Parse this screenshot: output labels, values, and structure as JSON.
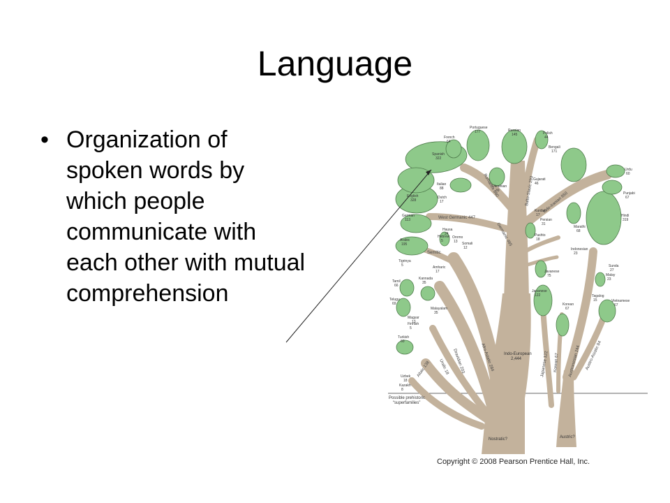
{
  "slide": {
    "title": "Language",
    "bullet_marker": "•",
    "bullet_text": "Organization of spoken words by which people communicate with each other with mutual comprehension"
  },
  "figure": {
    "copyright": "Copyright © 2008 Pearson Prentice Hall, Inc.",
    "trunk_labels": {
      "indo_european": "Indo-European",
      "indo_european_count": "2,444",
      "nostratic": "Nostratic?",
      "austric": "Austric?",
      "prehistoric_1": "Possible prehistoric",
      "prehistoric_2": "“superfamilies”"
    },
    "branch_labels": {
      "afro_asiatic": "Afro-Asiatic 284",
      "dravidian": "Dravidian 203",
      "uralic": "Uralic 18",
      "altaic": "Altaic 138",
      "japanese": "Japanese 122",
      "korean": "Korean 67",
      "austronesian": "Austronesian 244",
      "austro_asiatic": "Austro-Asiatic 84",
      "west_germanic": "West Germanic 447",
      "romance": "Romance 660",
      "balto_slavic": "Balto-Slavic 293",
      "indo_iranian": "Indo-Iranian 950",
      "germanic": "Germanic 465",
      "semitic": "Semitic"
    },
    "leaves": [
      {
        "name": "Portuguese",
        "count": "177"
      },
      {
        "name": "French",
        "count": "64"
      },
      {
        "name": "Spanish",
        "count": "322"
      },
      {
        "name": "Italian",
        "count": "88"
      },
      {
        "name": "English",
        "count": "328"
      },
      {
        "name": "German",
        "count": "113"
      },
      {
        "name": "Dutch",
        "count": "17"
      },
      {
        "name": "Arabic",
        "count": "195"
      },
      {
        "name": "Hebrew",
        "count": "5"
      },
      {
        "name": "Tigrinya",
        "count": "5"
      },
      {
        "name": "Amharic",
        "count": "17"
      },
      {
        "name": "Tamil",
        "count": "66"
      },
      {
        "name": "Telugu",
        "count": "69"
      },
      {
        "name": "Kannada",
        "count": "35"
      },
      {
        "name": "Malayalam",
        "count": "35"
      },
      {
        "name": "Russian",
        "count": "145"
      },
      {
        "name": "Polish",
        "count": "44"
      },
      {
        "name": "Ukrainian",
        "count": "39"
      },
      {
        "name": "Bengali",
        "count": "171"
      },
      {
        "name": "Hindi",
        "count": "319"
      },
      {
        "name": "Marathi",
        "count": "68"
      },
      {
        "name": "Korean",
        "count": "67"
      },
      {
        "name": "Japanese",
        "count": "122"
      },
      {
        "name": "Vietnamese",
        "count": "67"
      },
      {
        "name": "Javanese",
        "count": "75"
      },
      {
        "name": "Turkish",
        "count": "60"
      },
      {
        "name": "Hausa",
        "count": "24"
      },
      {
        "name": "Oromo",
        "count": "13"
      },
      {
        "name": "Somali",
        "count": "12"
      },
      {
        "name": "Persian",
        "count": "31"
      },
      {
        "name": "Kurdish",
        "count": "17"
      },
      {
        "name": "Pashto",
        "count": "18"
      },
      {
        "name": "Gujarati",
        "count": "46"
      },
      {
        "name": "Punjabi",
        "count": "67"
      },
      {
        "name": "Urdu",
        "count": "60"
      },
      {
        "name": "Malay",
        "count": "23"
      },
      {
        "name": "Sunda",
        "count": "27"
      },
      {
        "name": "Tagalog",
        "count": "15"
      },
      {
        "name": "Indonesian",
        "count": "23"
      },
      {
        "name": "Uzbek",
        "count": "18"
      },
      {
        "name": "Kazakh",
        "count": "8"
      },
      {
        "name": "Finnish",
        "count": "5"
      },
      {
        "name": "Magyar",
        "count": "13"
      }
    ],
    "leaf_color": "#8ec98a",
    "branch_color": "#c3b29c"
  }
}
